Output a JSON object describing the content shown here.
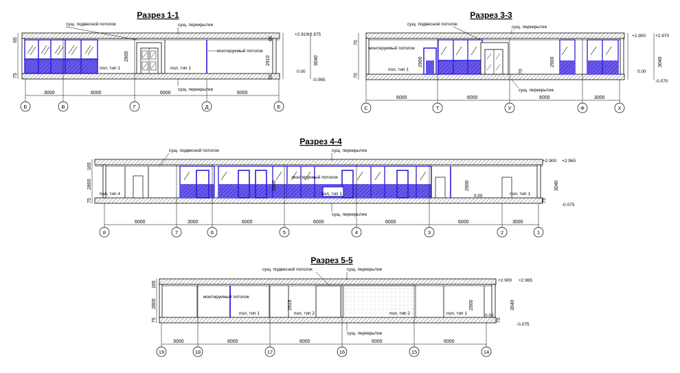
{
  "colors": {
    "line": "#000000",
    "glass": "#2a1bd9",
    "glass_fill": "#6a5ae6",
    "hatch": "#555555"
  },
  "sections": [
    {
      "title": "Разрез 1-1",
      "labels": [
        "сущ. подвесной потолок",
        "сущ. перекрытие",
        "монтируемый потолок",
        "пол, тип 1",
        "пол, тип 1",
        "сущ. перекрытие"
      ],
      "levels": [
        "+2.910",
        "+2.975",
        "0.00",
        "-0.065"
      ],
      "vdims": [
        "65",
        "75",
        "2900",
        "2910",
        "3040",
        "65",
        "65"
      ],
      "spans": [
        "3000",
        "6000",
        "6000",
        "6000"
      ],
      "axes": [
        "Б",
        "В",
        "Г",
        "Д",
        "Е"
      ]
    },
    {
      "title": "Разрез 3-3",
      "labels": [
        "сущ. подвесной потолок",
        "сущ. перекрытие",
        "монтируемый потолок",
        "пол, тип 1",
        "сущ. перекрытие"
      ],
      "levels": [
        "+2.900",
        "+2.970",
        "0.00",
        "-0.070"
      ],
      "vdims": [
        "70",
        "70",
        "2900",
        "2900",
        "3040",
        "70"
      ],
      "spans": [
        "6000",
        "6000",
        "6000",
        "3000"
      ],
      "axes": [
        "С",
        "Т",
        "У",
        "Ф",
        "Х"
      ]
    },
    {
      "title": "Разрез 4-4",
      "labels": [
        "сущ. подвесной потолок",
        "сущ. перекрытие",
        "монтируемый потолок",
        "пол, тип 4",
        "пол, тип 1",
        "пол, тип 1",
        "сущ. перекрытие"
      ],
      "levels": [
        "+2.900",
        "+2.965",
        "0.00",
        "-0.075"
      ],
      "vdims": [
        "165",
        "75",
        "2800",
        "2900",
        "2900",
        "3040",
        "75"
      ],
      "spans": [
        "6000",
        "3000",
        "6000",
        "6000",
        "6000",
        "6000",
        "3000"
      ],
      "axes": [
        "8",
        "7",
        "6",
        "5",
        "4",
        "3",
        "2",
        "1"
      ]
    },
    {
      "title": "Разрез 5-5",
      "labels": [
        "сущ. подвесной потолок",
        "сущ. перекрытие",
        "монтируемый потолок",
        "пол, тип 1",
        "пол, тип 2",
        "пол, тип 2",
        "пол, тип 1",
        "сущ. перекрытие"
      ],
      "levels": [
        "+2.900",
        "+2.965",
        "0.00",
        "-0.075"
      ],
      "vdims": [
        "165",
        "75",
        "2800",
        "2915",
        "2900",
        "3040",
        "75"
      ],
      "spans": [
        "3000",
        "6000",
        "6000",
        "6000",
        "6000"
      ],
      "axes": [
        "19",
        "18",
        "17",
        "16",
        "15",
        "14"
      ]
    }
  ]
}
